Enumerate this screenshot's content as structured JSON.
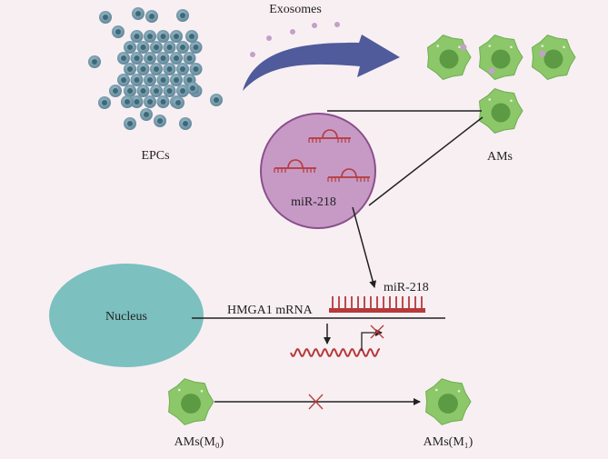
{
  "labels": {
    "exosomes": "Exosomes",
    "epcs": "EPCs",
    "ams": "AMs",
    "mir_in_vesicle": "miR-218",
    "mir_on_mrna": "miR-218",
    "hmga1_mrna": "HMGA1 mRNA",
    "nucleus": "Nucleus",
    "ams_m0": "AMs(M₀)",
    "ams_m1": "AMs(M₁)"
  },
  "colors": {
    "background": "#f8eff3",
    "epc_cell": "#6e97a8",
    "epc_core": "#3e6778",
    "exosome_dot": "#c3a0c8",
    "arrow_fill": "#4f5b9b",
    "vesicle_fill": "#c79ac6",
    "vesicle_stroke": "#8a4f8b",
    "mirna_red": "#b53a3a",
    "macrophage": "#8cc769",
    "macrophage_core": "#5c9a44",
    "nucleus_fill": "#7cc0c0",
    "line": "#222222",
    "block_mark": "#b5403d"
  },
  "icons": {
    "epc_cluster": "cell-cluster-icon",
    "macrophage": "macrophage-icon",
    "vesicle": "exosome-vesicle-icon",
    "mirna": "microrna-hairpin-icon",
    "inhibition": "x-mark-icon"
  }
}
